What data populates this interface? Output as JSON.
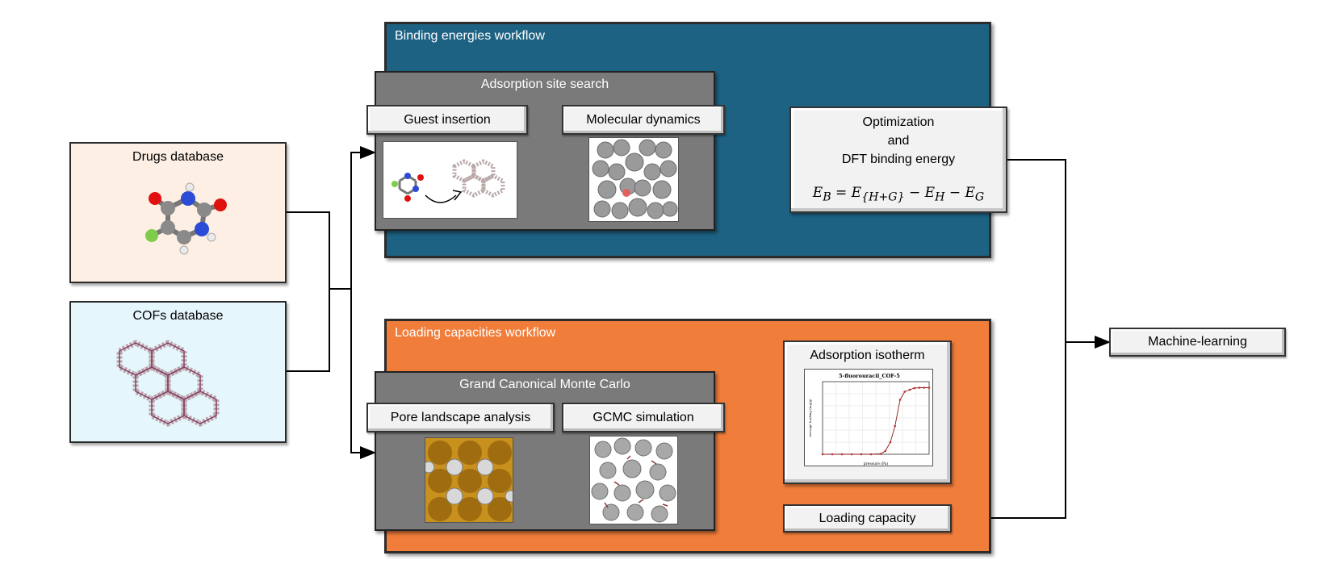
{
  "sources": {
    "drugs": {
      "title": "Drugs database",
      "background": "#fdefe4"
    },
    "cofs": {
      "title": "COFs database",
      "background": "#e6f6fd"
    }
  },
  "binding_workflow": {
    "title": "Binding energies workflow",
    "color": "#1d6283",
    "site_search": {
      "title": "Adsorption site search",
      "steps": [
        "Guest insertion",
        "Molecular dynamics"
      ]
    },
    "optimization": {
      "lines": [
        "Optimization",
        "and",
        "DFT binding energy"
      ],
      "equation": "E_B = E_{H+G} − E_H − E_G"
    }
  },
  "loading_workflow": {
    "title": "Loading capacities workflow",
    "color": "#f07d3a",
    "gcmc": {
      "title": "Grand Canonical Monte Carlo",
      "steps": [
        "Pore landscape analysis",
        "GCMC simulation"
      ]
    },
    "isotherm": {
      "title": "Adsorption isotherm",
      "plot_title": "5-fluorouracil_COF-5",
      "xlabel": "pressure (Pa)",
      "ylabel": "average loading (mg/g)"
    },
    "capacity_label": "Loading capacity"
  },
  "output": {
    "label": "Machine-learning"
  },
  "chart_data": {
    "type": "line",
    "title": "5-fluorouracil_COF-5",
    "xlabel": "pressure (Pa)",
    "ylabel": "average loading (mg/g)",
    "x_scale": "log",
    "grid": true,
    "series": [
      {
        "x": [
          1e-06,
          1e-05,
          0.0001,
          0.001,
          0.01,
          0.1,
          1,
          3,
          10,
          30,
          100,
          300,
          1000,
          3000,
          10000,
          30000,
          100000
        ],
        "values": [
          0,
          0,
          0,
          0,
          0,
          0,
          10,
          80,
          300,
          700,
          1350,
          1550,
          1600,
          1640,
          1650,
          1650,
          1650
        ]
      }
    ],
    "ylim": [
      0,
      1800
    ]
  }
}
